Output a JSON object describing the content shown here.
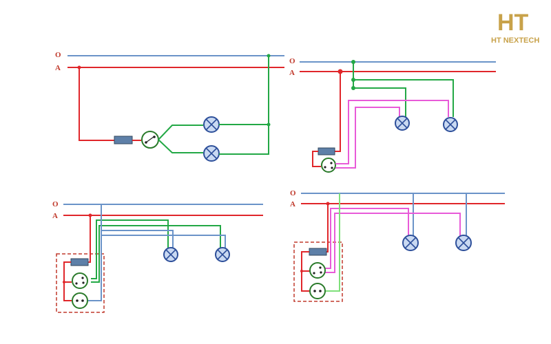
{
  "logo": {
    "mark": "HT",
    "name": "HT NEXTECH"
  },
  "colors": {
    "neutral_wire": "#6a93c8",
    "phase_wire": "#e0262a",
    "switch_wire": "#22a845",
    "lamp_wire_magenta": "#e85ad8",
    "lamp_wire_green_light": "#7ee07a",
    "lamp_fill": "#c9d9f2",
    "lamp_stroke": "#2d4f9a",
    "fuse_fill": "#5e80a8",
    "socket_stroke": "#2a7a2a",
    "panel_box": "#c0392b",
    "logo_gold": "#c8a24a"
  },
  "diagrams": [
    {
      "id": "top-left",
      "labels": {
        "neutral": "O",
        "phase": "A"
      }
    },
    {
      "id": "top-right",
      "labels": {
        "neutral": "O",
        "phase": "A"
      }
    },
    {
      "id": "bottom-left",
      "labels": {
        "neutral": "O",
        "phase": "A"
      }
    },
    {
      "id": "bottom-right",
      "labels": {
        "neutral": "O",
        "phase": "A"
      }
    }
  ]
}
